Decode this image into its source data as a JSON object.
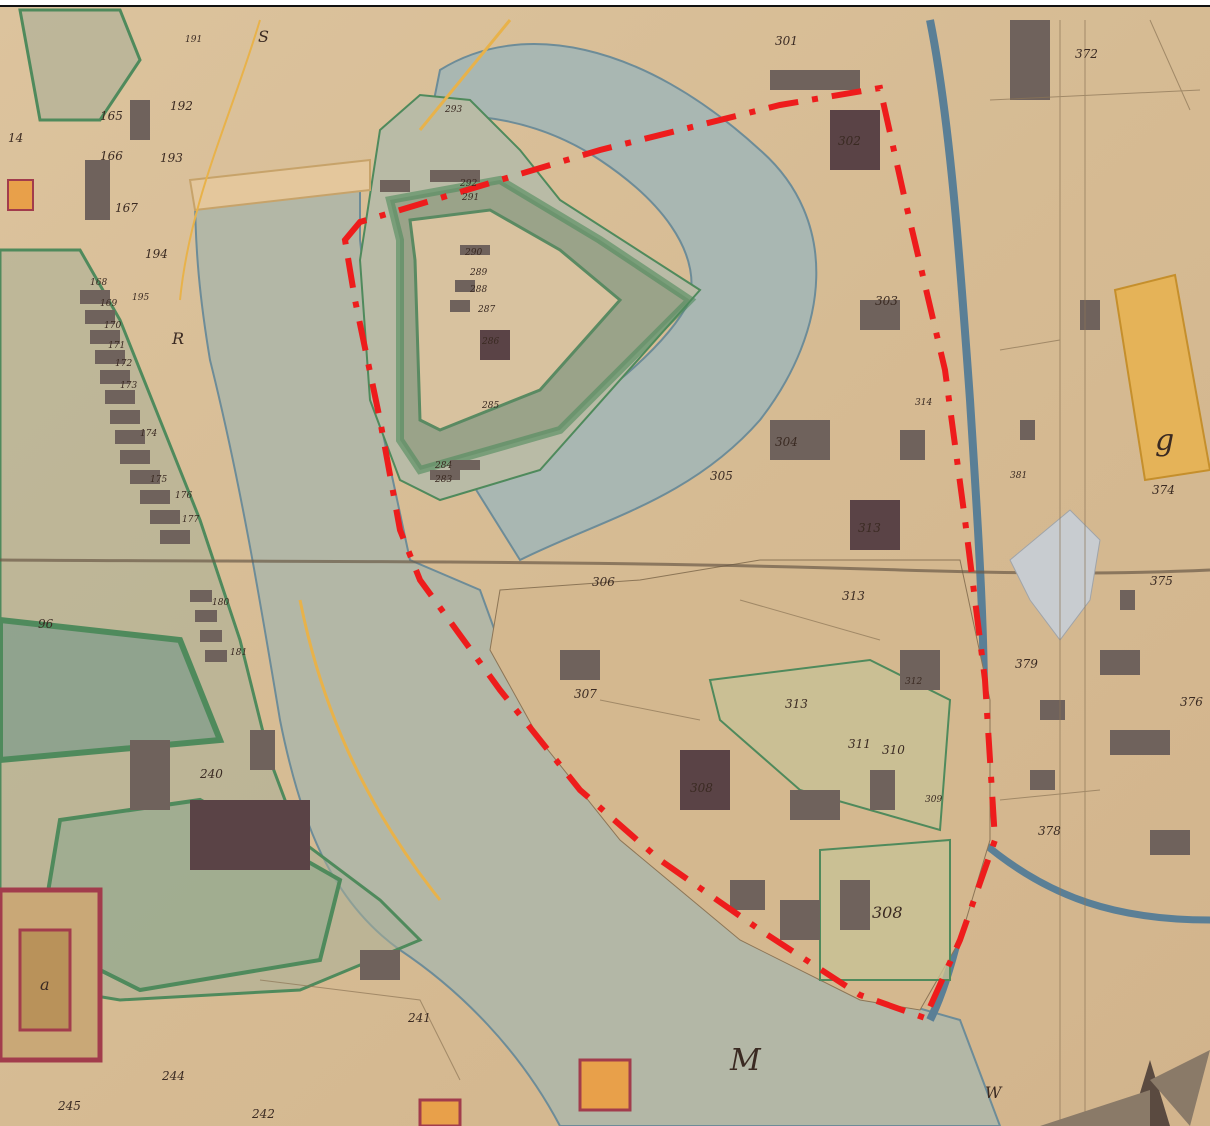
{
  "map": {
    "colors": {
      "paper": "#d9c09a",
      "paper_light": "#e6d2ae",
      "water": "#a9b7b2",
      "water_edge": "#6d8c98",
      "rampart": "#9aa389",
      "green_line": "#4f8a5c",
      "building": "#6f625c",
      "building_dark": "#5a4346",
      "ochre": "#e8b24a",
      "highlight": "#ee1c1c",
      "ink": "#3a2a22"
    },
    "labels": {
      "n191": "191",
      "n192": "192",
      "n193": "193",
      "n194": "194",
      "n195": "195",
      "n165": "165",
      "n166": "166",
      "n167": "167",
      "n168": "168",
      "n169": "169",
      "n170": "170",
      "n171": "171",
      "n172": "172",
      "n173": "173",
      "n174": "174",
      "n175": "175",
      "n176": "176",
      "n177": "177",
      "n180": "180",
      "n181": "181",
      "n96": "96",
      "n240": "240",
      "n241": "241",
      "n242": "242",
      "n244": "244",
      "n245": "245",
      "n293": "293",
      "n292": "292",
      "n291": "291",
      "n290": "290",
      "n289": "289",
      "n288": "288",
      "n287": "287",
      "n286": "286",
      "n285": "285",
      "n284": "284",
      "n283": "283",
      "n301": "301",
      "n302": "302",
      "n303": "303",
      "n304": "304",
      "n305": "305",
      "n306": "306",
      "n307": "307",
      "n308": "308",
      "n308b": "308",
      "n309": "309",
      "n310": "310",
      "n311": "311",
      "n312": "312",
      "n313a": "313",
      "n313b": "313",
      "n313c": "313",
      "n314": "314",
      "n372": "372",
      "n374": "374",
      "n375": "375",
      "n376": "376",
      "n378": "378",
      "n379": "379",
      "n381": "381",
      "letter_S": "S",
      "letter_R": "R",
      "letter_g": "g",
      "letter_a": "a",
      "letter_W": "W",
      "letter_M": "M",
      "letter_14": "14"
    }
  }
}
